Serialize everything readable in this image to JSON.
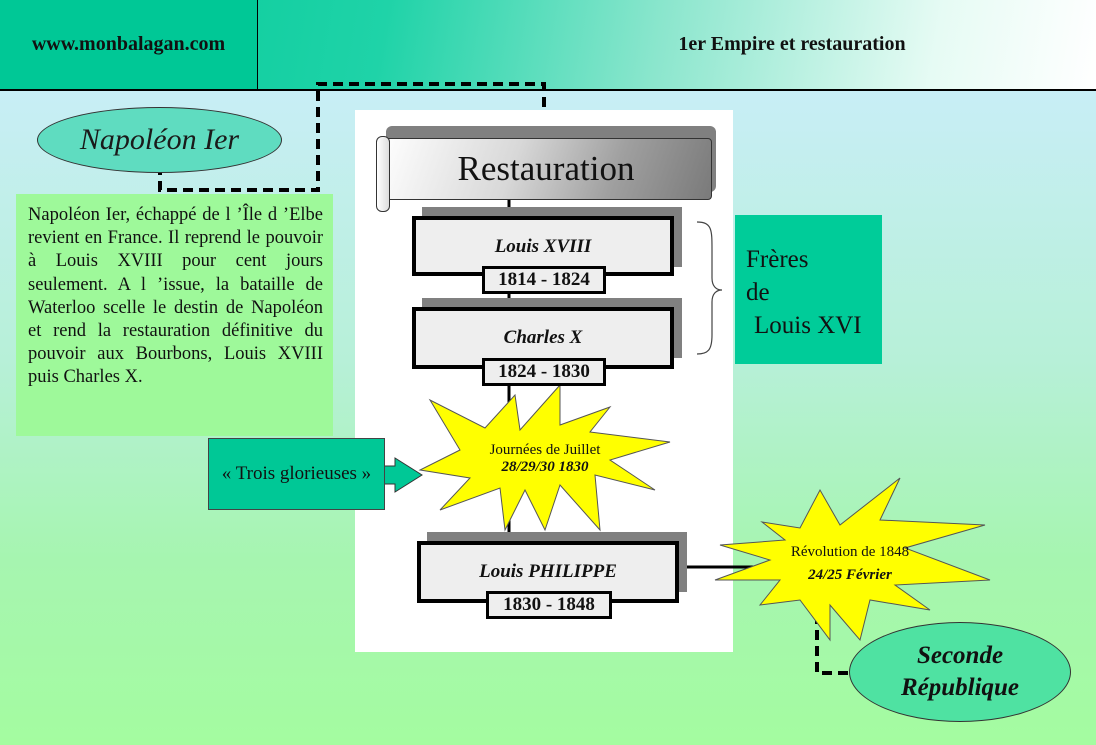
{
  "header": {
    "site": "www.monbalagan.com",
    "title": "1er Empire et restauration"
  },
  "napoleon": {
    "label": "Napoléon Ier",
    "description": "Napoléon Ier, échappé de l ’Île d ’Elbe revient en France. Il reprend le pouvoir à Louis XVIII pour cent jours seulement. A l ’issue, la bataille de Waterloo scelle le destin de Napoléon et rend la restauration définitive du pouvoir aux Bourbons, Louis XVIII puis Charles X."
  },
  "banner": {
    "label": "Restauration"
  },
  "reigns": [
    {
      "name": "Louis XVIII",
      "years": "1814 - 1824"
    },
    {
      "name": "Charles X",
      "years": "1824 - 1830"
    },
    {
      "name": "Louis PHILIPPE",
      "years": "1830 - 1848"
    }
  ],
  "brothers_note": {
    "line1": "Frères",
    "line2": "de",
    "line3": "Louis XVI"
  },
  "july_days": {
    "arrow_label": "« Trois glorieuses »",
    "title": "Journées de Juillet",
    "dates": "28/29/30 1830"
  },
  "revolution_1848": {
    "title": "Révolution de 1848",
    "dates": "24/25 Février"
  },
  "second_republic": {
    "line1": "Seconde",
    "line2": "République"
  },
  "colors": {
    "teal": "#00c896",
    "light_green": "#9ef99a",
    "star_yellow": "#ffff00",
    "box_grey": "#eeeeee",
    "shadow_grey": "#808080"
  }
}
